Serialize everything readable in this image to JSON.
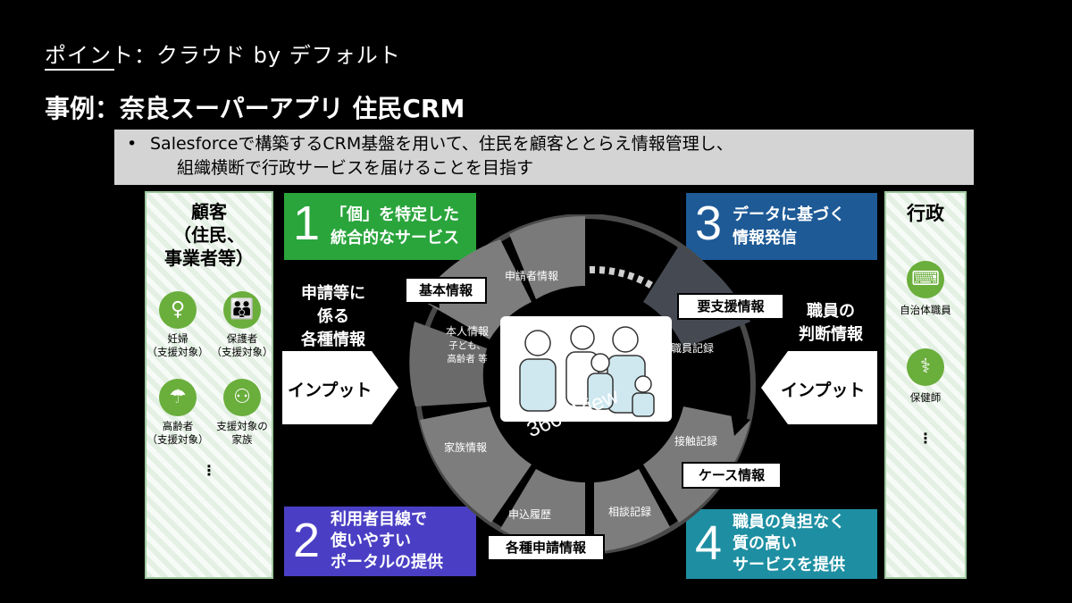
{
  "header": {
    "point_title": "ポイント：クラウド by デフォルト",
    "main_title": "事例：奈良スーパーアプリ 住民CRM"
  },
  "summary": {
    "bullet": "•",
    "line1": "Salesforceで構築するCRM基盤を用いて、住民を顧客ととらえ情報管理し、",
    "line2": "組織横断で行政サービスを届けることを目指す"
  },
  "customer": {
    "title_line1": "顧客",
    "title_line2": "（住民、",
    "title_line3": "事業者等）",
    "items": [
      {
        "line1": "妊婦",
        "line2": "（支援対象）",
        "icon": "pregnant-icon"
      },
      {
        "line1": "保護者",
        "line2": "（支援対象）",
        "icon": "parent-icon"
      },
      {
        "line1": "高齢者",
        "line2": "（支援対象）",
        "icon": "elderly-icon"
      },
      {
        "line1": "支援対象の",
        "line2": "家族",
        "icon": "family-icon"
      }
    ],
    "more": "⋮"
  },
  "gov": {
    "title": "行政",
    "items": [
      {
        "label": "自治体職員",
        "icon": "staff-icon"
      },
      {
        "label": "保健師",
        "icon": "nurse-icon"
      }
    ],
    "more": "⋮"
  },
  "boxes": {
    "b1": {
      "number": "1",
      "line1": "「個」を特定した",
      "line2": "統合的なサービス",
      "color": "#2aa53c"
    },
    "b2": {
      "number": "2",
      "line1": "利用者目線で",
      "line2": "使いやすい",
      "line3": "ポータルの提供",
      "color": "#4a3fc4"
    },
    "b3": {
      "number": "3",
      "line1": "データに基づく",
      "line2": "情報発信",
      "color": "#1d5a96"
    },
    "b4": {
      "number": "4",
      "line1": "職員の負担なく",
      "line2": "質の高い",
      "line3": "サービスを提供",
      "color": "#1e8fa2"
    }
  },
  "left_info": {
    "line1": "申請等に",
    "line2": "係る",
    "line3": "各種情報",
    "arrow": "インプット"
  },
  "right_info": {
    "line1": "職員の",
    "line2": "判断情報",
    "arrow": "インプット"
  },
  "labels": {
    "kihon": "基本情報",
    "youshien": "要支援情報",
    "case": "ケース情報",
    "kakushu": "各種申請情報"
  },
  "segments": {
    "shinseisha": "申請者情報",
    "shokuin": "職員記録",
    "honnin": "本人情報",
    "honnin_sub1": "子ども、",
    "honnin_sub2": "高齢者 等",
    "kazoku": "家族情報",
    "setsushoku": "接触記録",
    "moushikomi": "申込履歴",
    "soudan": "相談記録"
  },
  "center": {
    "view_label": "360° View"
  }
}
